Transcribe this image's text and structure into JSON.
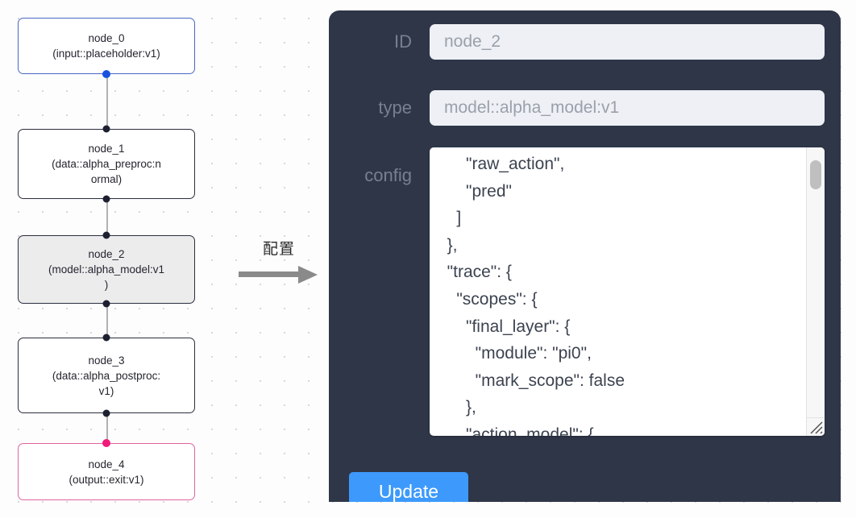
{
  "graph": {
    "nodes": [
      {
        "id": "node_0",
        "type_line": "(input::placeholder:v1)",
        "role": "input",
        "selected": false
      },
      {
        "id": "node_1",
        "type_line": "(data::alpha_preproc:normal)",
        "role": "default",
        "selected": false
      },
      {
        "id": "node_2",
        "type_line": "(model::alpha_model:v1)",
        "role": "default",
        "selected": true
      },
      {
        "id": "node_3",
        "type_line": "(data::alpha_postproc:v1)",
        "role": "default",
        "selected": false
      },
      {
        "id": "node_4",
        "type_line": "(output::exit:v1)",
        "role": "output",
        "selected": false
      }
    ],
    "node_labels": {
      "node_0_name": "node_0",
      "node_0_type": "(input::placeholder:v1)",
      "node_1_name": "node_1",
      "node_1_type_a": "(data::alpha_preproc:n",
      "node_1_type_b": "ormal)",
      "node_2_name": "node_2",
      "node_2_type_a": "(model::alpha_model:v1",
      "node_2_type_b": ")",
      "node_3_name": "node_3",
      "node_3_type_a": "(data::alpha_postproc:",
      "node_3_type_b": "v1)",
      "node_4_name": "node_4",
      "node_4_type": "(output::exit:v1)"
    },
    "colors": {
      "input_border": "#4a68c0",
      "input_handle": "#1a52e0",
      "output_border": "#e162a0",
      "output_handle": "#f01a7a",
      "default_border": "#2b2e3e",
      "selected_fill": "#ececed",
      "edge": "#b1b1b1",
      "grid_dot": "#d7d7dd"
    }
  },
  "transition": {
    "label": "配置",
    "arrow_color": "#8a8a8a"
  },
  "panel": {
    "background": "#2e3648",
    "fields": [
      {
        "label": "ID",
        "value": "node_2"
      },
      {
        "label": "type",
        "value": "model::alpha_model:v1"
      },
      {
        "label": "config",
        "value": ""
      }
    ],
    "id_label": "ID",
    "id_value": "node_2",
    "type_label": "type",
    "type_value": "model::alpha_model:v1",
    "config_label": "config",
    "config_value": "      \"raw_action\",\n      \"pred\"\n    ]\n  },\n  \"trace\": {\n    \"scopes\": {\n      \"final_layer\": {\n        \"module\": \"pi0\",\n        \"mark_scope\": false\n      },\n      \"action_model\": {",
    "update_label": "Update",
    "update_color": "#3d9afc"
  }
}
